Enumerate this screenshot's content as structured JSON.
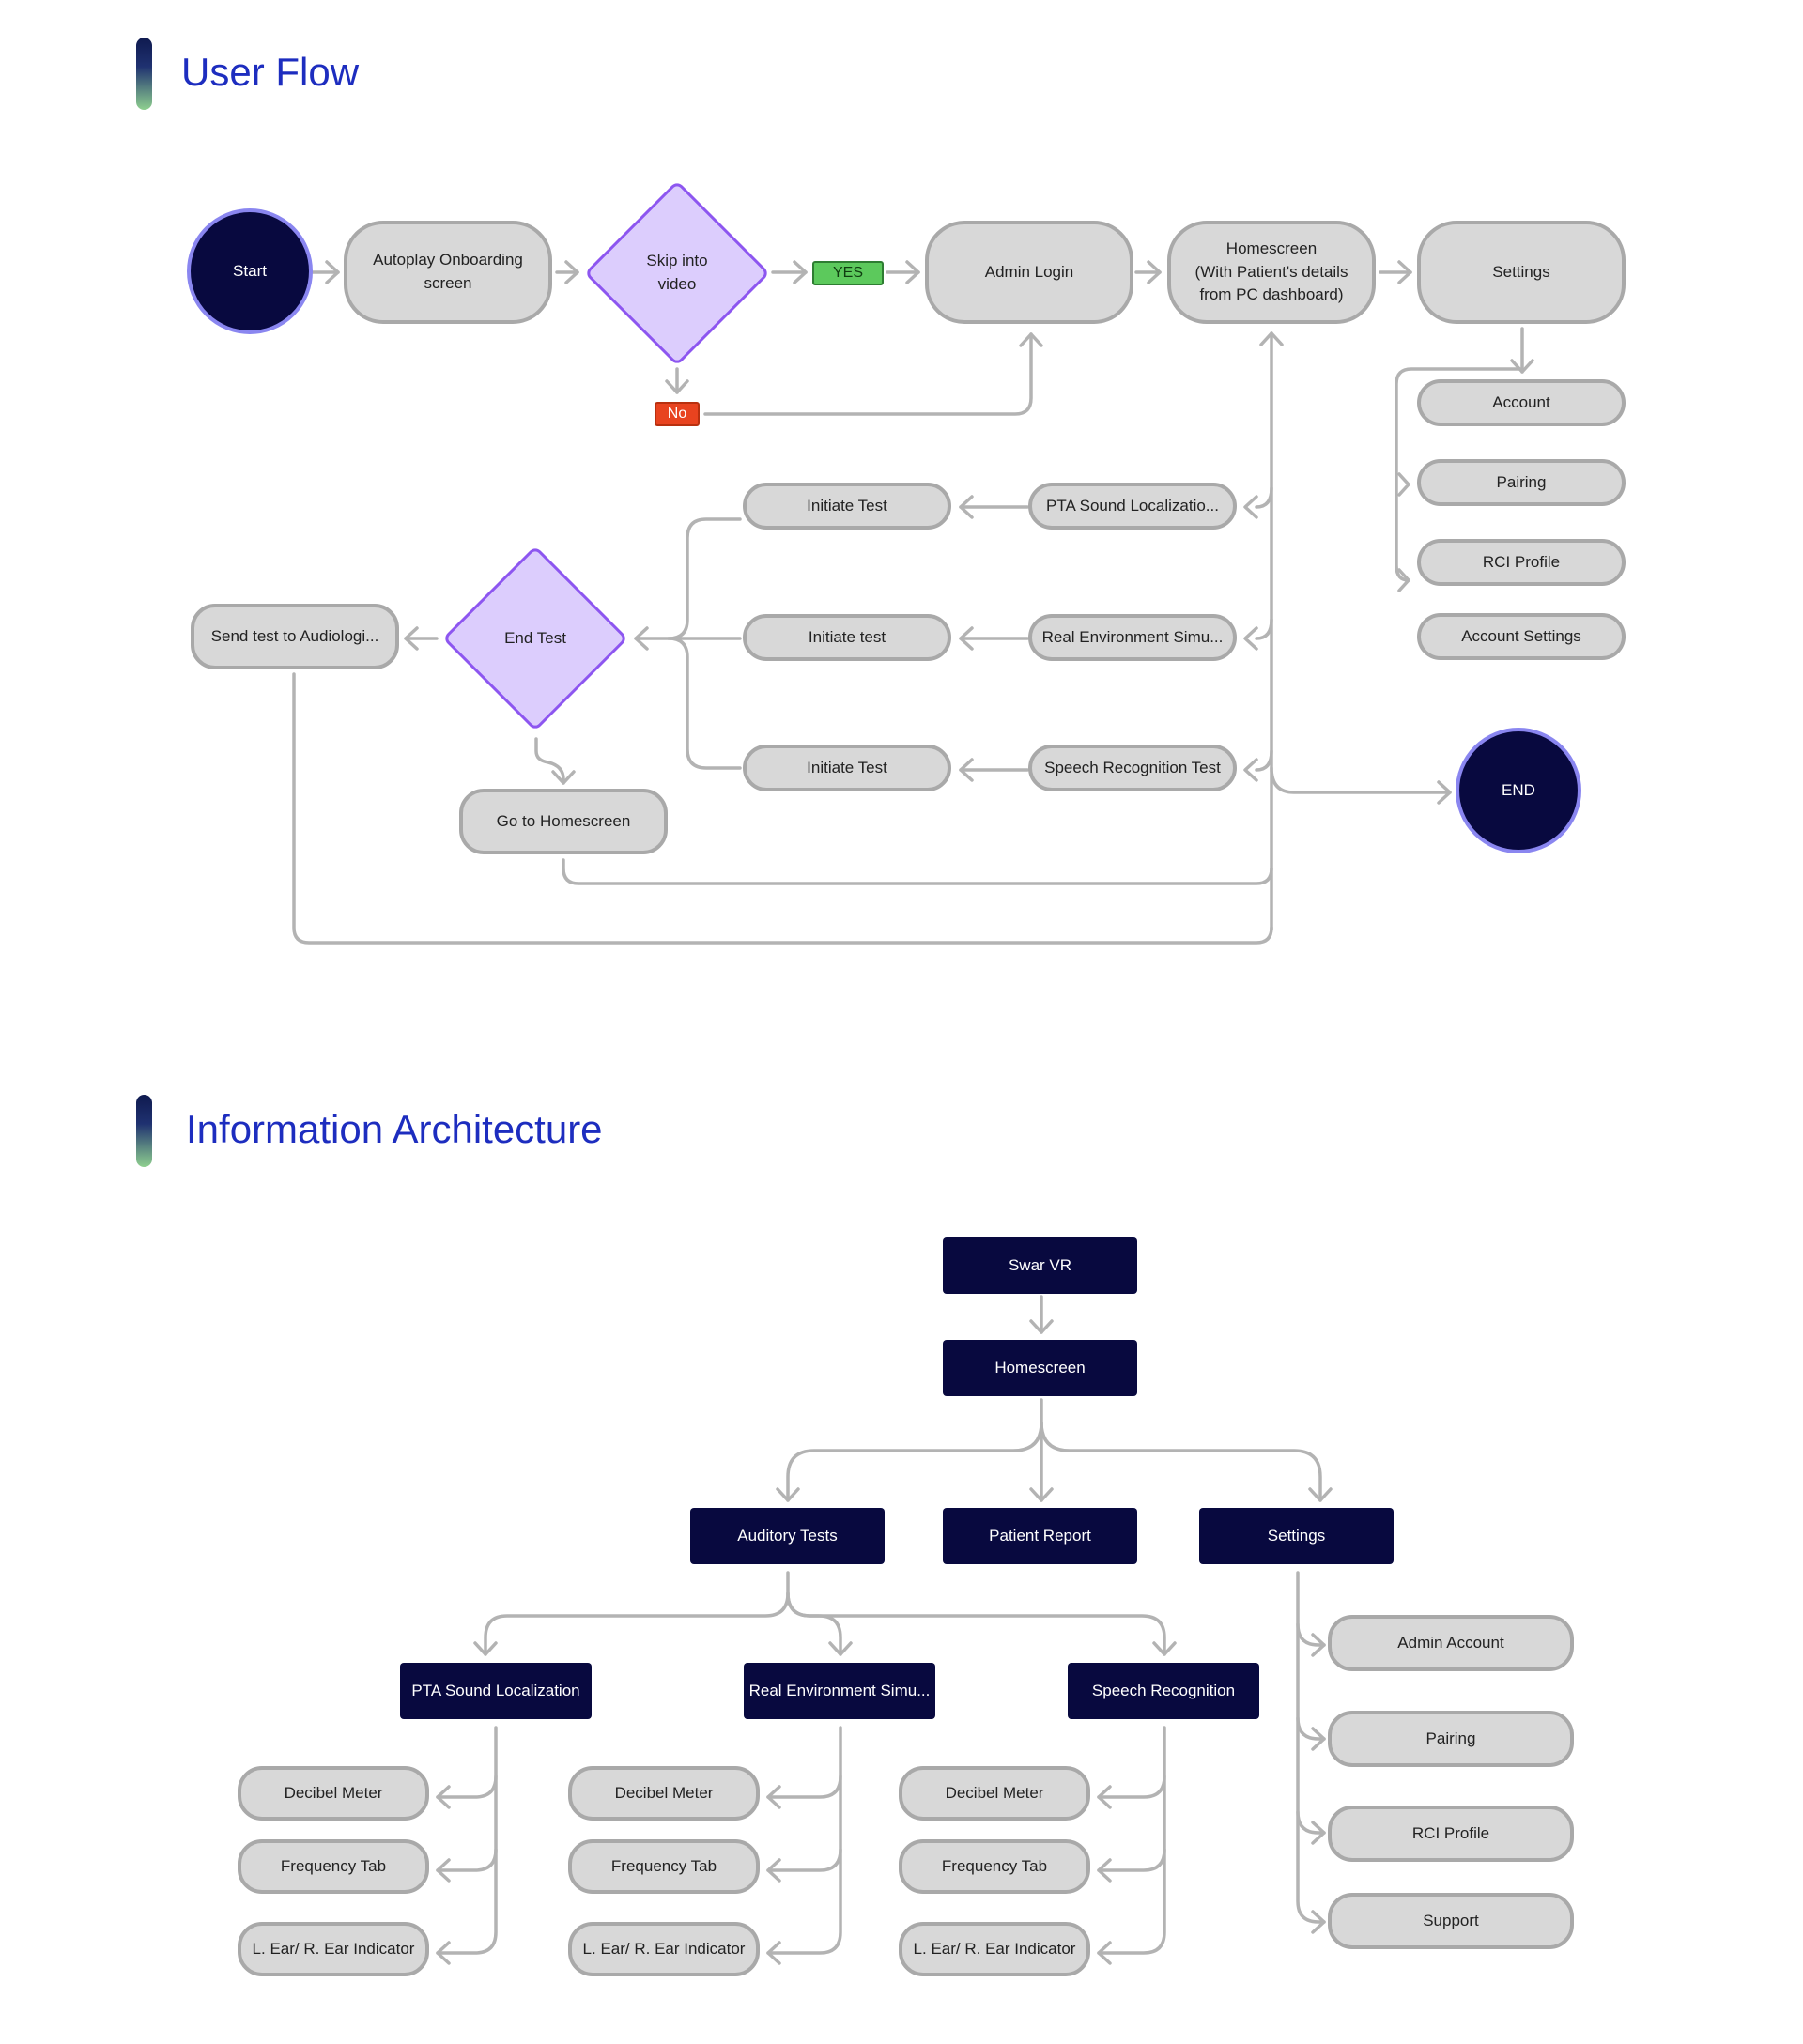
{
  "user_flow": {
    "title": "User Flow",
    "start": "Start",
    "onboarding": "Autoplay Onboarding\nscreen",
    "skip_decision": "Skip into\nvideo",
    "yes": "YES",
    "no": "No",
    "admin_login": "Admin Login",
    "homescreen": "Homescreen\n(With Patient's details\nfrom PC dashboard)",
    "settings": "Settings",
    "settings_items": [
      "Account",
      "Pairing",
      "RCI Profile",
      "Account Settings"
    ],
    "tests": [
      "PTA Sound Localizatio...",
      "Real Environment Simu...",
      "Speech Recognition Test"
    ],
    "initiate": [
      "Initiate Test",
      "Initiate test",
      "Initiate Test"
    ],
    "end_test": "End Test",
    "send_test": "Send test to Audiologi...",
    "go_home": "Go to Homescreen",
    "end": "END"
  },
  "information_architecture": {
    "title": "Information Architecture",
    "root": "Swar VR",
    "homescreen": "Homescreen",
    "level1": [
      "Auditory Tests",
      "Patient Report",
      "Settings"
    ],
    "tests": [
      "PTA Sound Localization",
      "Real Environment Simu...",
      "Speech Recognition"
    ],
    "test_children": [
      "Decibel Meter",
      "Frequency Tab",
      "L. Ear/ R. Ear Indicator"
    ],
    "settings_children": [
      "Admin Account",
      "Pairing",
      "RCI Profile",
      "Support"
    ]
  },
  "colors": {
    "title": "#1d2dbf",
    "dark_node": "#08093f",
    "pill_fill": "#d8d8d8",
    "pill_border": "#a9a9a9",
    "diamond_fill": "#dccdfd",
    "diamond_border": "#8d56f0",
    "yes_badge": "#5cc95c",
    "no_badge": "#e8431f",
    "connector": "#b3b3b3"
  }
}
